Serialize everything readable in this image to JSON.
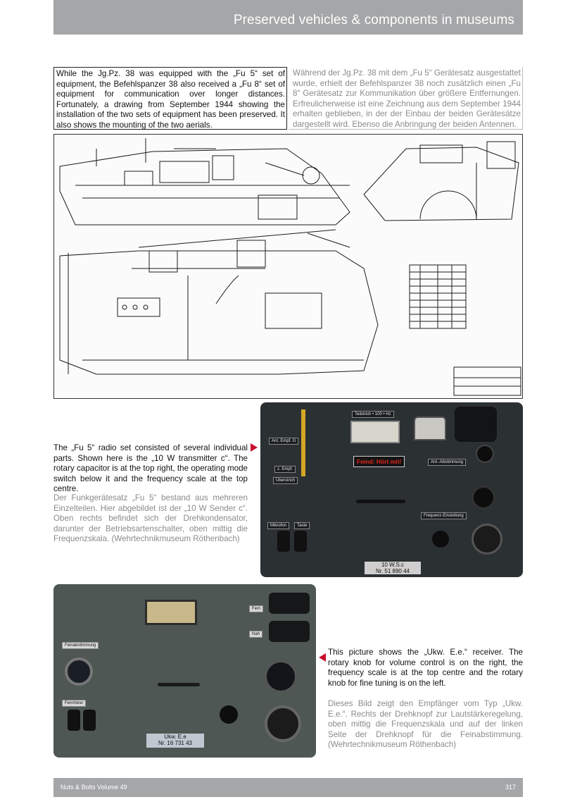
{
  "header": {
    "title": "Preserved vehicles & components in museums"
  },
  "intro": {
    "en": "While the Jg.Pz. 38 was equipped with the „Fu 5“ set of equipment, the Befehlspanzer 38 also received a „Fu 8“ set of equipment for communication over longer distances. Fortunately, a drawing from September 1944 showing the installation of the two sets of equipment has been preserved. It also shows the mounting of the two aerials.",
    "de": "Während der Jg.Pz. 38 mit dem „Fu 5“ Gerätesatz ausgestattet wurde, erhielt der Befehlspanzer 38 noch zusätzlich einen „Fu 8“ Gerätesatz zur Kommunikation über größere Entfernungen. Erfreulicherweise ist eine Zeichnung aus dem September 1944 erhalten geblieben, in der der Einbau der beiden Gerätesätze dargestellt wird. Ebenso die Anbringung der beiden Antennen."
  },
  "transmitter": {
    "en": "The „Fu 5“ radio set consisted of several individual parts. Shown here is the „10 W transmitter c“. The rotary capacitor is at the top right, the operating mode switch below it and the frequency scale at the top centre.",
    "de": "Der Funkgerätesatz „Fu 5“ bestand aus mehreren Einzelteilen. Hier abgebildet ist der „10 W Sender c“. Oben rechts befindet sich der Drehkondensator, darunter der Betriebsartenschalter, oben mittig die Frequenzskala. (Wehrtechnikmuseum Röthenbach)",
    "photo": {
      "top_label": "Teilstrich • 100 • Hz",
      "warning_label": "Feind: Hört mit!",
      "left_labels": [
        "Ant. Empf. G",
        "z. Empf.",
        "Überstrich"
      ],
      "knob_label": "Ant.-Abstimmung",
      "tuning_label": "Frequenz-Einstellung",
      "bottom_labels": [
        "Mikrofon",
        "Taste"
      ],
      "model": "10 W.S.c",
      "serial": "Nr. 51 890 44"
    }
  },
  "receiver": {
    "en": "This picture shows the „Ukw. E.e.“ receiver. The rotary knob for volume control is on the right, the frequency scale is at the top centre and the rotary knob for fine tuning is on the left.",
    "de": "Dieses Bild zeigt den Empfänger vom Typ „Ukw. E.e.“. Rechts der Drehknopf zur Lautstärkeregelung, oben mittig die Frequenzskala und auf der linken Seite der Drehknopf für die Feinabstimmung. (Wehrtechnikmuseum Röthenbach)",
    "photo": {
      "labels": [
        "Feinabstimmung",
        "Fernhörer",
        "Fern",
        "Nah"
      ],
      "model": "Ukw. E.e",
      "serial": "Nr. 16 731 43"
    }
  },
  "footer": {
    "left": "Nuts & Bolts Volume 49",
    "right": "317"
  },
  "colors": {
    "header": "#a5a6a8",
    "accent_arrow": "#c8102e",
    "german_text": "#8a8a8a"
  }
}
